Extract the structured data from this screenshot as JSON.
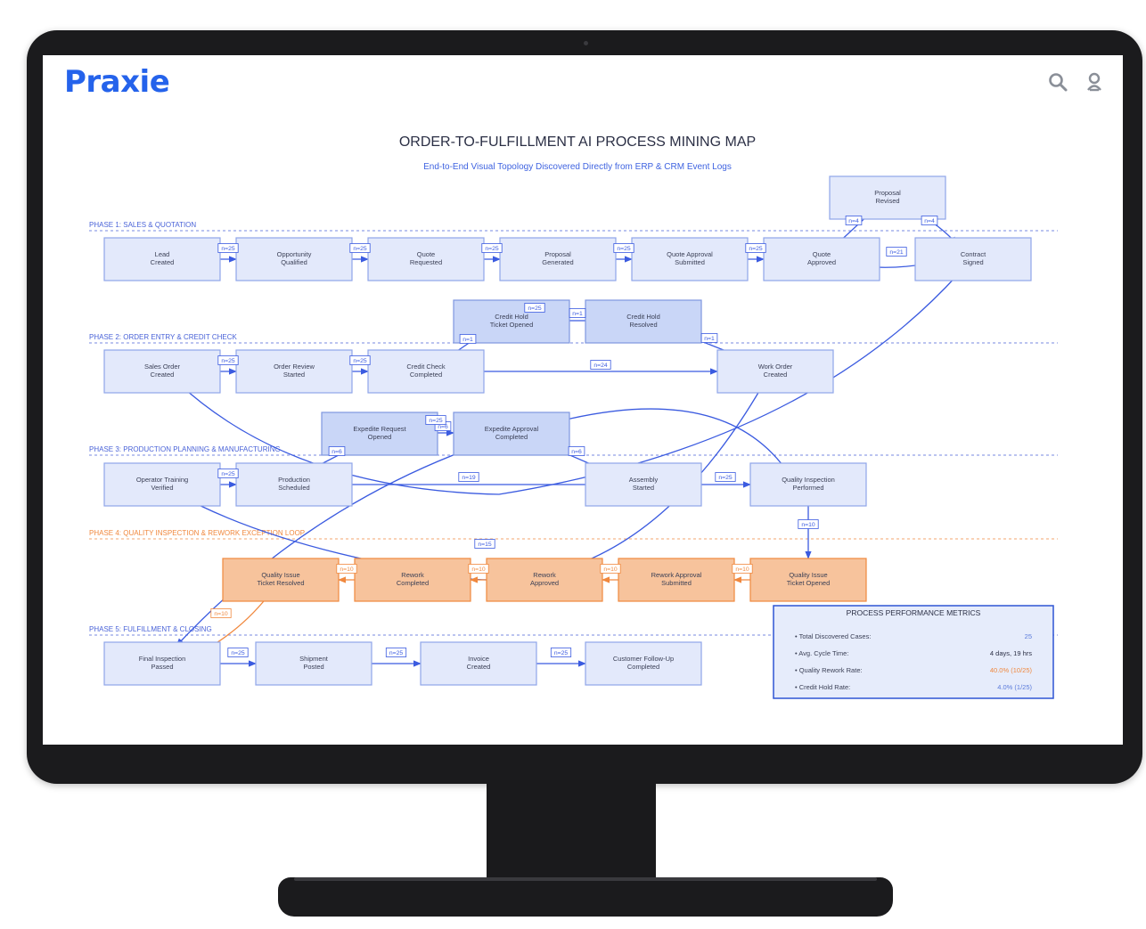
{
  "brand": {
    "name": "Praxie",
    "color": "#2563eb"
  },
  "header": {
    "search_icon": "search-icon",
    "user_icon": "user-icon"
  },
  "title": "ORDER-TO-FULFILLMENT AI PROCESS MINING MAP",
  "subtitle": "End-to-End Visual Topology Discovered Directly from ERP & CRM Event Logs",
  "colors": {
    "blue": "#3b5be0",
    "blue_fill": "#e3e9fb",
    "blue_dark_fill": "#c9d6f7",
    "orange": "#f0883e",
    "orange_fill": "#f7c39c",
    "phase_blue": "#4a63d8",
    "phase_orange": "#f0883e",
    "metric_orange": "#f0883e",
    "metric_blue": "#5b7bdb"
  },
  "phases": [
    {
      "id": "p1",
      "label": "PHASE 1: SALES & QUOTATION",
      "style": "blue"
    },
    {
      "id": "p2",
      "label": "PHASE 2: ORDER ENTRY & CREDIT CHECK",
      "style": "blue"
    },
    {
      "id": "p3",
      "label": "PHASE 3: PRODUCTION PLANNING & MANUFACTURING",
      "style": "blue"
    },
    {
      "id": "p4",
      "label": "PHASE 4: QUALITY INSPECTION & REWORK EXCEPTION LOOP",
      "style": "orange"
    },
    {
      "id": "p5",
      "label": "PHASE 5: FULFILLMENT & CLOSING",
      "style": "blue"
    }
  ],
  "nodes": [
    {
      "id": "lead",
      "lines": [
        "Lead",
        "Created"
      ],
      "style": "blue"
    },
    {
      "id": "opp",
      "lines": [
        "Opportunity",
        "Qualified"
      ],
      "style": "blue"
    },
    {
      "id": "quotereq",
      "lines": [
        "Quote",
        "Requested"
      ],
      "style": "blue"
    },
    {
      "id": "propgen",
      "lines": [
        "Proposal",
        "Generated"
      ],
      "style": "blue"
    },
    {
      "id": "qas",
      "lines": [
        "Quote Approval",
        "Submitted"
      ],
      "style": "blue"
    },
    {
      "id": "quoteapp",
      "lines": [
        "Quote",
        "Approved"
      ],
      "style": "blue"
    },
    {
      "id": "proprev",
      "lines": [
        "Proposal",
        "Revised"
      ],
      "style": "blue"
    },
    {
      "id": "contract",
      "lines": [
        "Contract",
        "Signed"
      ],
      "style": "blue"
    },
    {
      "id": "so",
      "lines": [
        "Sales Order",
        "Created"
      ],
      "style": "blue"
    },
    {
      "id": "ors",
      "lines": [
        "Order Review",
        "Started"
      ],
      "style": "blue"
    },
    {
      "id": "ccc",
      "lines": [
        "Credit Check",
        "Completed"
      ],
      "style": "blue"
    },
    {
      "id": "cho",
      "lines": [
        "Credit Hold",
        "Ticket Opened"
      ],
      "style": "dark"
    },
    {
      "id": "chr",
      "lines": [
        "Credit Hold",
        "Resolved"
      ],
      "style": "dark"
    },
    {
      "id": "woc",
      "lines": [
        "Work Order",
        "Created"
      ],
      "style": "blue"
    },
    {
      "id": "ero",
      "lines": [
        "Expedite Request",
        "Opened"
      ],
      "style": "dark"
    },
    {
      "id": "eac",
      "lines": [
        "Expedite Approval",
        "Completed"
      ],
      "style": "dark"
    },
    {
      "id": "otv",
      "lines": [
        "Operator Training",
        "Verified"
      ],
      "style": "blue"
    },
    {
      "id": "ps",
      "lines": [
        "Production",
        "Scheduled"
      ],
      "style": "blue"
    },
    {
      "id": "as",
      "lines": [
        "Assembly",
        "Started"
      ],
      "style": "blue"
    },
    {
      "id": "qip",
      "lines": [
        "Quality Inspection",
        "Performed"
      ],
      "style": "blue"
    },
    {
      "id": "qitr",
      "lines": [
        "Quality Issue",
        "Ticket Resolved"
      ],
      "style": "orange"
    },
    {
      "id": "rc",
      "lines": [
        "Rework",
        "Completed"
      ],
      "style": "orange"
    },
    {
      "id": "ra",
      "lines": [
        "Rework",
        "Approved"
      ],
      "style": "orange"
    },
    {
      "id": "ras",
      "lines": [
        "Rework Approval",
        "Submitted"
      ],
      "style": "orange"
    },
    {
      "id": "qito",
      "lines": [
        "Quality Issue",
        "Ticket Opened"
      ],
      "style": "orange"
    },
    {
      "id": "fip",
      "lines": [
        "Final Inspection",
        "Passed"
      ],
      "style": "blue"
    },
    {
      "id": "sp",
      "lines": [
        "Shipment",
        "Posted"
      ],
      "style": "blue"
    },
    {
      "id": "ic",
      "lines": [
        "Invoice",
        "Created"
      ],
      "style": "blue"
    },
    {
      "id": "cfc",
      "lines": [
        "Customer Follow-Up",
        "Completed"
      ],
      "style": "blue"
    }
  ],
  "edges": [
    {
      "from": "lead",
      "to": "opp",
      "label": "n=25",
      "color": "blue"
    },
    {
      "from": "opp",
      "to": "quotereq",
      "label": "n=25",
      "color": "blue"
    },
    {
      "from": "quotereq",
      "to": "propgen",
      "label": "n=25",
      "color": "blue"
    },
    {
      "from": "propgen",
      "to": "qas",
      "label": "n=25",
      "color": "blue"
    },
    {
      "from": "qas",
      "to": "quoteapp",
      "label": "n=25",
      "color": "blue"
    },
    {
      "from": "quoteapp",
      "to": "proprev",
      "label": "n=4",
      "color": "blue"
    },
    {
      "from": "proprev",
      "to": "contract",
      "label": "n=4",
      "color": "blue"
    },
    {
      "from": "quoteapp",
      "to": "contract",
      "label": "n=21",
      "color": "blue"
    },
    {
      "from": "contract",
      "to": "so",
      "label": "",
      "color": "blue"
    },
    {
      "from": "so",
      "to": "ors",
      "label": "n=25",
      "color": "blue"
    },
    {
      "from": "ors",
      "to": "ccc",
      "label": "n=25",
      "color": "blue"
    },
    {
      "from": "ccc",
      "to": "cho",
      "label": "n=1",
      "color": "blue"
    },
    {
      "from": "cho",
      "to": "chr",
      "label": "n=1",
      "color": "blue"
    },
    {
      "from": "chr",
      "to": "woc",
      "label": "n=1",
      "color": "blue"
    },
    {
      "from": "ccc",
      "to": "woc",
      "label": "n=24",
      "color": "blue"
    },
    {
      "from": "woc",
      "to": "otv",
      "label": "",
      "color": "blue"
    },
    {
      "from": "otv",
      "to": "ps",
      "label": "n=25",
      "color": "blue"
    },
    {
      "from": "ps",
      "to": "ero",
      "label": "n=6",
      "color": "blue"
    },
    {
      "from": "ero",
      "to": "eac",
      "label": "n=6",
      "color": "blue"
    },
    {
      "from": "eac",
      "to": "as",
      "label": "n=6",
      "color": "blue"
    },
    {
      "from": "ps",
      "to": "as",
      "label": "n=19",
      "color": "blue"
    },
    {
      "from": "as",
      "to": "qip",
      "label": "n=25",
      "color": "blue"
    },
    {
      "from": "qip",
      "to": "fip",
      "label": "n=15",
      "color": "blue"
    },
    {
      "from": "qip",
      "to": "qito",
      "label": "n=10",
      "color": "blue"
    },
    {
      "from": "qito",
      "to": "ras",
      "label": "n=10",
      "color": "orange"
    },
    {
      "from": "ras",
      "to": "ra",
      "label": "n=10",
      "color": "orange"
    },
    {
      "from": "ra",
      "to": "rc",
      "label": "n=10",
      "color": "orange"
    },
    {
      "from": "rc",
      "to": "qitr",
      "label": "n=10",
      "color": "orange"
    },
    {
      "from": "qitr",
      "to": "fip",
      "label": "n=10",
      "color": "orange"
    },
    {
      "from": "fip",
      "to": "sp",
      "label": "n=25",
      "color": "blue"
    },
    {
      "from": "sp",
      "to": "ic",
      "label": "n=25",
      "color": "blue"
    },
    {
      "from": "ic",
      "to": "cfc",
      "label": "n=25",
      "color": "blue"
    }
  ],
  "extra_labels": [
    {
      "text": "n=25",
      "near": "cho"
    },
    {
      "text": "n=25",
      "near": "eac"
    }
  ],
  "metrics": {
    "title": "PROCESS PERFORMANCE METRICS",
    "rows": [
      {
        "label": "• Total Discovered Cases:",
        "value": "25",
        "color": "blue"
      },
      {
        "label": "• Avg. Cycle Time:",
        "value": "4 days, 19 hrs",
        "color": "dark"
      },
      {
        "label": "• Quality Rework Rate:",
        "value": "40.0% (10/25)",
        "color": "orange"
      },
      {
        "label": "• Credit Hold Rate:",
        "value": "4.0% (1/25)",
        "color": "blue"
      }
    ]
  }
}
